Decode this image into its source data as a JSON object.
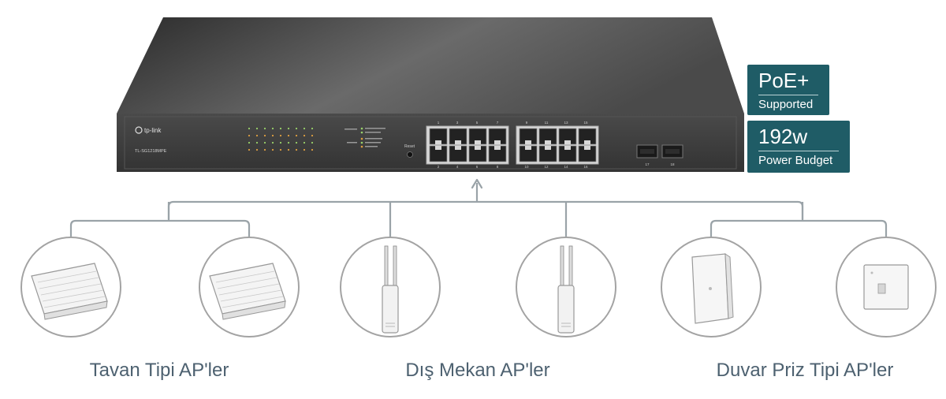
{
  "switch": {
    "brand": "tp-link",
    "model": "TL-SG1218MPE",
    "reset_label": "Reset",
    "top_port_numbers": [
      "1",
      "3",
      "5",
      "7",
      "9",
      "11",
      "13",
      "15"
    ],
    "bottom_port_numbers": [
      "2",
      "4",
      "6",
      "8",
      "10",
      "12",
      "14",
      "16"
    ],
    "sfp_numbers": [
      "17",
      "18"
    ]
  },
  "badges": [
    {
      "big": "PoE+",
      "small": "Supported"
    },
    {
      "big": "192w",
      "small": "Power Budget"
    }
  ],
  "groups": [
    {
      "label": "Tavan Tipi AP'ler",
      "device": "ceiling-ap"
    },
    {
      "label": "Dış Mekan AP'ler",
      "device": "outdoor-ap"
    },
    {
      "label": "Duvar Priz Tipi AP'ler",
      "device": "wall-plate-ap"
    }
  ],
  "colors": {
    "badge_bg": "#1f5c66",
    "caption_text": "#4d6170",
    "connector_line": "#9aa3a8",
    "switch_body": "#3c3c3c"
  }
}
